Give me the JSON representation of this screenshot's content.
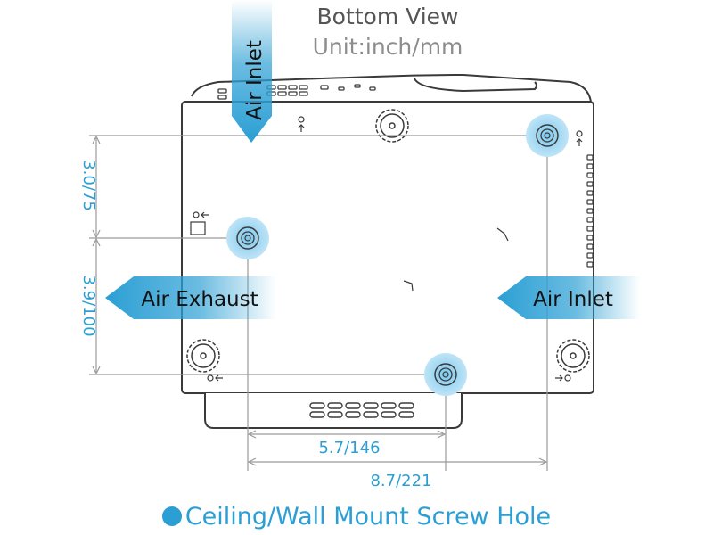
{
  "title": "Bottom View",
  "unit_label": "Unit:inch/mm",
  "labels": {
    "air_inlet_top": "Air Inlet",
    "air_inlet_right": "Air Inlet",
    "air_exhaust": "Air Exhaust"
  },
  "dimensions": {
    "vertical_upper": "3.0/75",
    "vertical_lower": "3.9/100",
    "horizontal_short": "5.7/146",
    "horizontal_long": "8.7/221"
  },
  "legend": "Ceiling/Wall Mount Screw Hole",
  "colors": {
    "accent": "#2b9fd4",
    "outline": "#3a3a3a",
    "dimension": "#9a9a9a"
  }
}
